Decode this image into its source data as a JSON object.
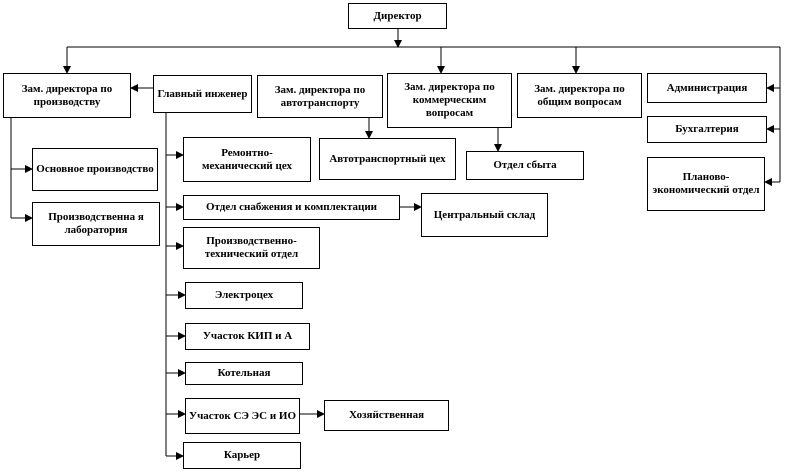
{
  "nodes": {
    "director": "Директор",
    "deputy_production": "Зам. директора по производству",
    "chief_engineer": "Главный инженер",
    "deputy_transport": "Зам. директора по автотранспорту",
    "deputy_commerce": "Зам. директора по коммерческим вопросам",
    "deputy_general": "Зам. директора по общим вопросам",
    "administration": "Администрация",
    "accounting": "Бухгалтерия",
    "planning_economic": "Планово-экономический отдел",
    "main_production": "Основное производство",
    "production_laboratory": "Производственна я лаборатория",
    "repair_mechanical": "Ремонтно-механический цех",
    "transport_shop": "Автотранспортный цех",
    "sales_department": "Отдел сбыта",
    "supply_department": "Отдел снабжения и комплектации",
    "central_warehouse": "Центральный склад",
    "technical_department": "Производственно-технический отдел",
    "electrical_shop": "Электроцех",
    "kip_site": "Участок КИП и А",
    "boiler_house": "Котельная",
    "power_site": "Участок СЭ ЭС и ИО",
    "economic_service": "Хозяйственная",
    "quarry": "Карьер"
  }
}
